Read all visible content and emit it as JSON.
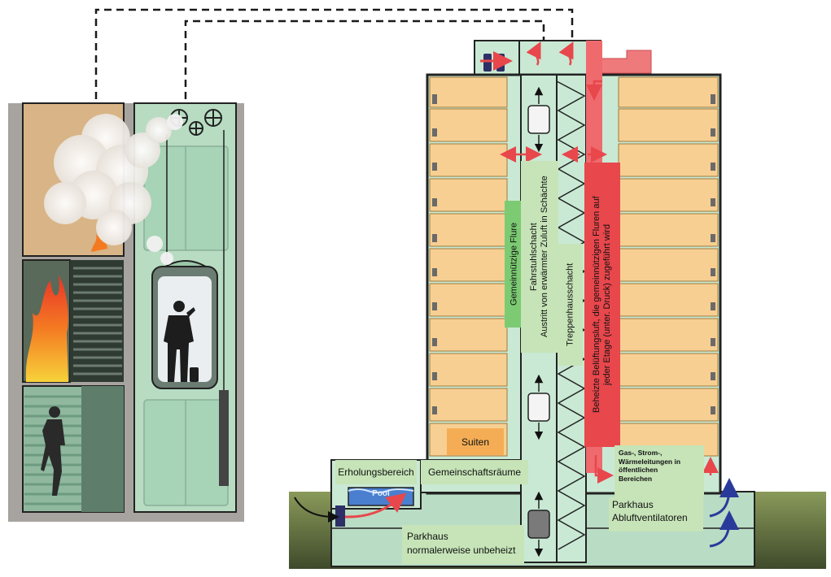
{
  "labels": {
    "gemeinnuetzige_flure": "Gemeinnützige Flure",
    "fahrstuhlschacht_line1": "Fahrstuhlschacht",
    "fahrstuhlschacht_line2": "Austritt von erwärmter Zuluft in Schächte",
    "treppenhausschacht": "Treppenhausschacht",
    "beheizte_line1": "Beheizte Belüftungsluft, die gemeinnützigen Fluren auf",
    "beheizte_line2": "jeder Etage (unter. Druck) zugeführt wird",
    "suiten": "Suiten",
    "erholungsbereich": "Erholungsbereich",
    "gemeinschaftsraeume": "Gemeinschaftsräume",
    "pool": "Pool",
    "leitungen_line1": "Gas-, Strom-,",
    "leitungen_line2": "Wärmeleitungen in",
    "leitungen_line3": "öffentlichen",
    "leitungen_line4": "Bereichen",
    "parkhaus_abluft_line1": "Parkhaus",
    "parkhaus_abluft_line2": "Abluftventilatoren",
    "parkhaus_unbeheizt_line1": "Parkhaus",
    "parkhaus_unbeheizt_line2": "normalerweise unbeheizt"
  },
  "colors": {
    "suite_fill": "#f8cf92",
    "shaft_fill": "#c9e9d4",
    "heated_air": "#e8474c",
    "label_green": "#c6e4b8",
    "label_darkgreen": "#7ccb73",
    "ground": "#5a6a3a",
    "outline": "#1a1a1a"
  },
  "icons": [
    "fire-icon",
    "smoke-icon",
    "person-icon",
    "elevator-pulley-icon",
    "fan-icon",
    "air-arrow-icon",
    "pool-icon",
    "exhaust-arrow-icon"
  ]
}
